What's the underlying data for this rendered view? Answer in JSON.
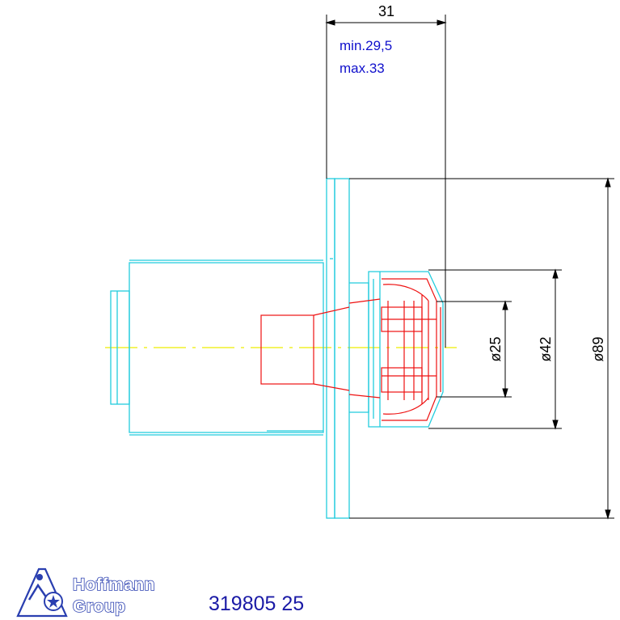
{
  "dimensions": {
    "length": "31",
    "tolerance_min": "min.29,5",
    "tolerance_max": "max.33",
    "diameter_inner": "ø25",
    "diameter_mid": "ø42",
    "diameter_outer": "ø89"
  },
  "titleblock": {
    "brand_line1": "Hoffmann",
    "brand_line2": "Group",
    "part_number": "319805 25"
  },
  "colors": {
    "outline": "#22ccdd",
    "collet": "#ee1111",
    "centerline": "#eeee00",
    "dimension": "#000000",
    "tolerance_text": "#1010cc",
    "brand": "#2a3fb0"
  }
}
